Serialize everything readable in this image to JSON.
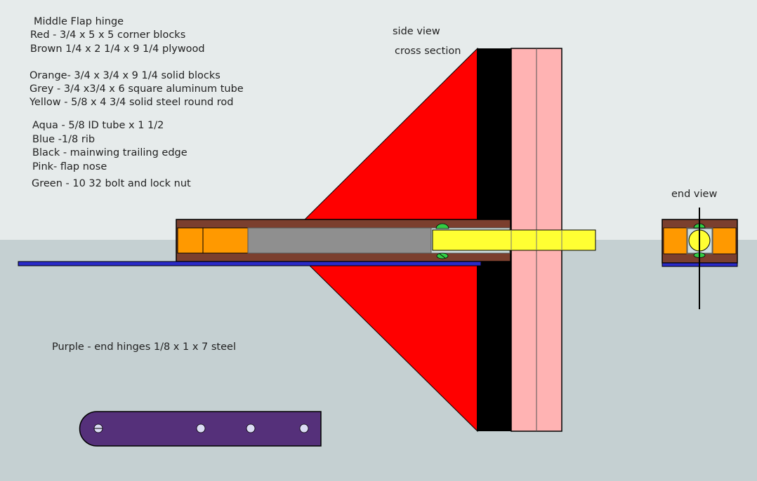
{
  "title": "Middle Flap hinge",
  "legend": {
    "red": "Red - 3/4 x 5 x 5 corner blocks",
    "brown": "Brown 1/4 x 2 1/4 x 9 1/4 plywood",
    "orange": "Orange- 3/4 x 3/4 x 9 1/4 solid blocks",
    "grey": "Grey - 3/4 x3/4 x 6 square aluminum tube",
    "yellow": "Yellow - 5/8 x 4 3/4 solid steel round rod",
    "aqua": "Aqua - 5/8 ID tube x 1 1/2",
    "blue": "Blue -1/8 rib",
    "black": "Black - mainwing trailing edge",
    "pink": "Pink- flap nose",
    "green": "Green - 10 32 bolt and lock nut",
    "purple": "Purple - end hinges 1/8 x 1 x 7 steel"
  },
  "views": {
    "side_view": "side view",
    "cross_section": "cross section",
    "end_view": "end view"
  },
  "colors": {
    "sky": "#e6ebeb",
    "ground": "#c5d0d2",
    "red": "#ff0000",
    "brown": "#7b3f2e",
    "orange": "#ff9900",
    "grey": "#8f8f8f",
    "yellow": "#ffff33",
    "aqua": "#cfe0e0",
    "blue": "#2a2ac8",
    "black": "#000000",
    "pink": "#ffb3b3",
    "green": "#33cc44",
    "purple": "#55307a"
  }
}
